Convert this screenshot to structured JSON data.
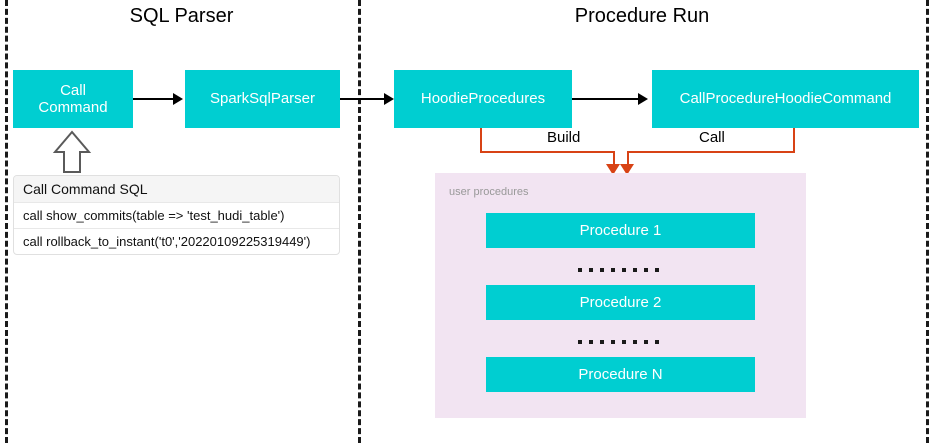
{
  "sections": [
    {
      "title": "SQL Parser"
    },
    {
      "title": "Procedure Run"
    }
  ],
  "nodes": {
    "call_command": "Call\nCommand",
    "call_command_line1": "Call",
    "call_command_line2": "Command",
    "spark_sql_parser": "SparkSqlParser",
    "hoodie_procedures": "HoodieProcedures",
    "call_procedure_hoodie_command": "CallProcedureHoodieCommand"
  },
  "sql_table": {
    "header": "Call Command SQL",
    "rows": [
      "call show_commits(table => 'test_hudi_table')",
      "call rollback_to_instant('t0','20220109225319449')"
    ]
  },
  "edges": {
    "build_label": "Build",
    "call_label": "Call"
  },
  "procedures_panel": {
    "label": "user procedures",
    "items": [
      "Procedure 1",
      "Procedure 2",
      "Procedure N"
    ],
    "ellipsis_dot_count": 8
  },
  "colors": {
    "node_fill": "#00CED1",
    "node_text": "#FFFFFF",
    "panel_fill": "#F2E4F2",
    "panel_label": "#999999",
    "connector_orange": "#D84315",
    "arrow_black": "#000000",
    "divider": "#1A1A1A",
    "sql_header_fill": "#F5F5F5"
  }
}
